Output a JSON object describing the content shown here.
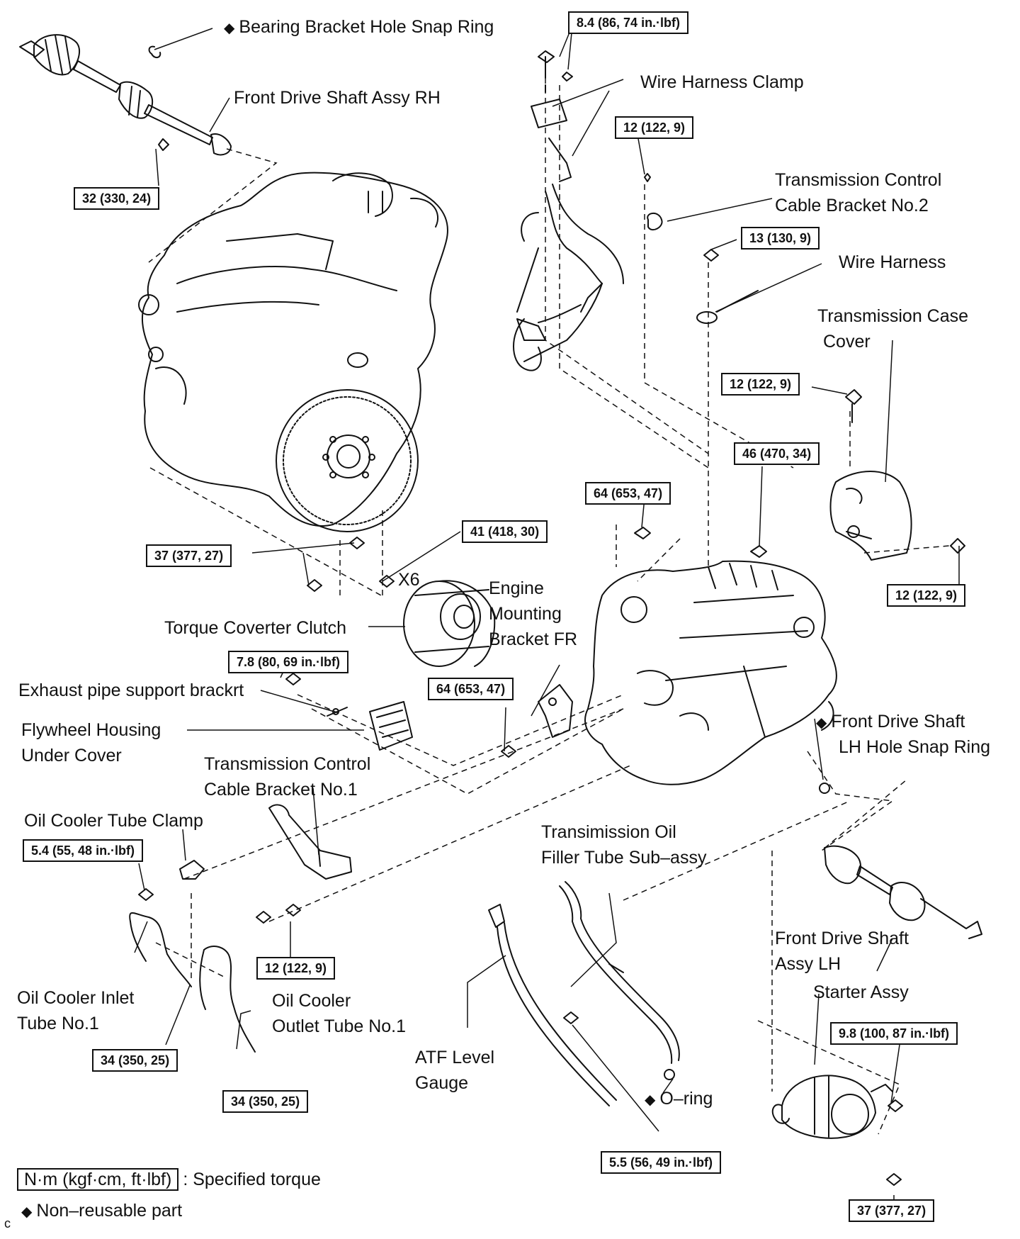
{
  "labels": {
    "bearing_snap_ring": "Bearing Bracket Hole Snap Ring",
    "front_drive_shaft_rh": "Front Drive Shaft Assy RH",
    "wire_harness_clamp": "Wire Harness Clamp",
    "tcc_bracket_no2_l1": "Transmission Control",
    "tcc_bracket_no2_l2": "Cable Bracket No.2",
    "wire_harness": "Wire Harness",
    "trans_case_cover_l1": "Transmission Case",
    "trans_case_cover_l2": "Cover",
    "x6": "X6",
    "engine_mount_l1": "Engine",
    "engine_mount_l2": "Mounting",
    "engine_mount_l3": "Bracket FR",
    "torque_converter": "Torque Coverter Clutch",
    "exhaust_bracket": "Exhaust pipe support brackrt",
    "flywheel_cover_l1": "Flywheel Housing",
    "flywheel_cover_l2": "Under Cover",
    "tcc_bracket_no1_l1": "Transmission Control",
    "tcc_bracket_no1_l2": "Cable Bracket No.1",
    "lh_snap_ring_l1": "Front Drive Shaft",
    "lh_snap_ring_l2": "LH Hole Snap Ring",
    "oil_cooler_clamp": "Oil Cooler Tube Clamp",
    "filler_tube_l1": "Transimission Oil",
    "filler_tube_l2": "Filler Tube Sub–assy",
    "drive_shaft_lh_l1": "Front Drive Shaft",
    "drive_shaft_lh_l2": "Assy LH",
    "starter": "Starter Assy",
    "inlet_tube_l1": "Oil Cooler Inlet",
    "inlet_tube_l2": "Tube No.1",
    "outlet_tube_l1": "Oil Cooler",
    "outlet_tube_l2": "Outlet Tube No.1",
    "atf_gauge_l1": "ATF Level",
    "atf_gauge_l2": "Gauge",
    "oring": "O–ring"
  },
  "torques": {
    "t1": "8.4 (86, 74 in.·lbf)",
    "t2": "32 (330, 24)",
    "t3": "12 (122, 9)",
    "t4": "13 (130, 9)",
    "t5": "12 (122, 9)",
    "t6": "46 (470, 34)",
    "t7": "64 (653, 47)",
    "t8": "12 (122, 9)",
    "t9": "41 (418, 30)",
    "t10": "37 (377, 27)",
    "t11": "7.8 (80, 69 in.·lbf)",
    "t12": "64 (653, 47)",
    "t13": "5.4 (55, 48 in.·lbf)",
    "t14": "12 (122, 9)",
    "t15": "9.8 (100, 87 in.·lbf)",
    "t16": "34 (350, 25)",
    "t17": "34 (350, 25)",
    "t18": "5.5 (56, 49 in.·lbf)",
    "t19": "37 (377, 27)"
  },
  "symbols": {
    "non_reusable": "◆"
  },
  "legend": {
    "unit": "N·m (kgf·cm, ft·lbf)",
    "unit_desc": ": Specified torque",
    "non_reusable": "Non–reusable part",
    "corner": "c"
  }
}
